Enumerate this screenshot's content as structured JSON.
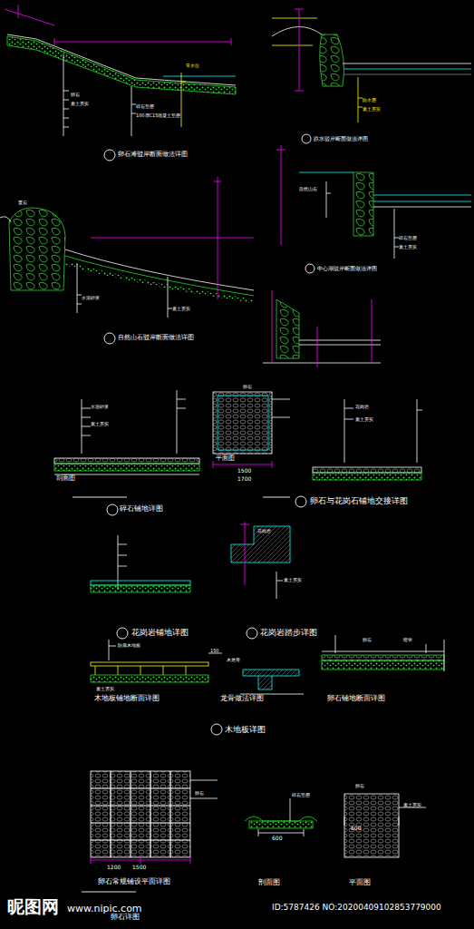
{
  "diagram": {
    "labels": [
      "卵石滩驳岸断面做法详图",
      "跌水驳岸断面做法详图",
      "自然山石驳岸断面做法详图",
      "中心湖驳岸断面做法详图",
      "碎石铺地详图",
      "剖面图",
      "平面图",
      "1500",
      "1700",
      "卵石与花岗石铺地交接详图",
      "花岗岩铺地详图",
      "花岗岩踏步详图",
      "木地板铺地断面详图",
      "龙骨做法详图",
      "卵石铺地断面详图",
      "木地板详图",
      "卵石常规铺设平面详图",
      "剖面图",
      "平面图",
      "卵石详图",
      "昵图网",
      "www.nipic.com",
      "ID:5787426 NO:20200409102853779000",
      "常水位",
      "素土夯实",
      "卵石",
      "碎石垫层",
      "100厚C15混凝土垫层",
      "素土夯实",
      "防水层",
      "自然山石",
      "素土夯实",
      "碎石垫层",
      "置石",
      "水泥砂浆",
      "素土夯实",
      "卵石",
      "水泥砂浆",
      "素土夯实",
      "花岗岩",
      "素土夯实",
      "花岗岩",
      "素土夯实",
      "木龙骨",
      "防腐木地板",
      "素土夯实",
      "150",
      "暗管",
      "卵石",
      "卵石",
      "素土夯实",
      "600",
      "600",
      "1500",
      "1200",
      "卵石",
      "碎石垫层"
    ]
  }
}
